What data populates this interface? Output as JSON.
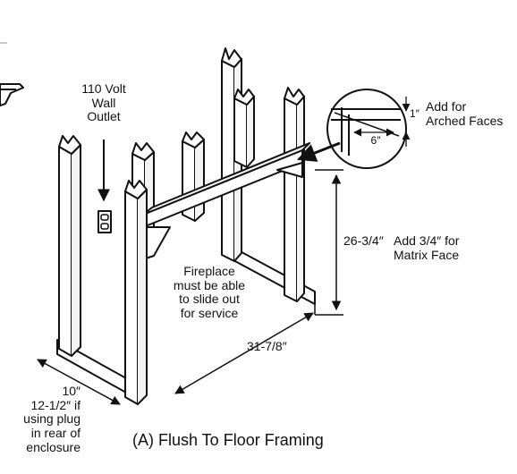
{
  "labels": {
    "outlet": "110 Volt\nWall\nOutlet",
    "arched": "Add for\nArched Faces",
    "one_inch": "1″",
    "six_inch": "6″",
    "height_dim": "26-3/4″",
    "matrix": "Add 3/4″ for\nMatrix Face",
    "fireplace": "Fireplace\nmust be able\nto slide out\nfor service",
    "width_dim": "31-7/8″",
    "depth_dim": "10″\n12-1/2″ if\nusing plug\nin rear of\nenclosure",
    "caption": "(A) Flush To Floor Framing"
  }
}
